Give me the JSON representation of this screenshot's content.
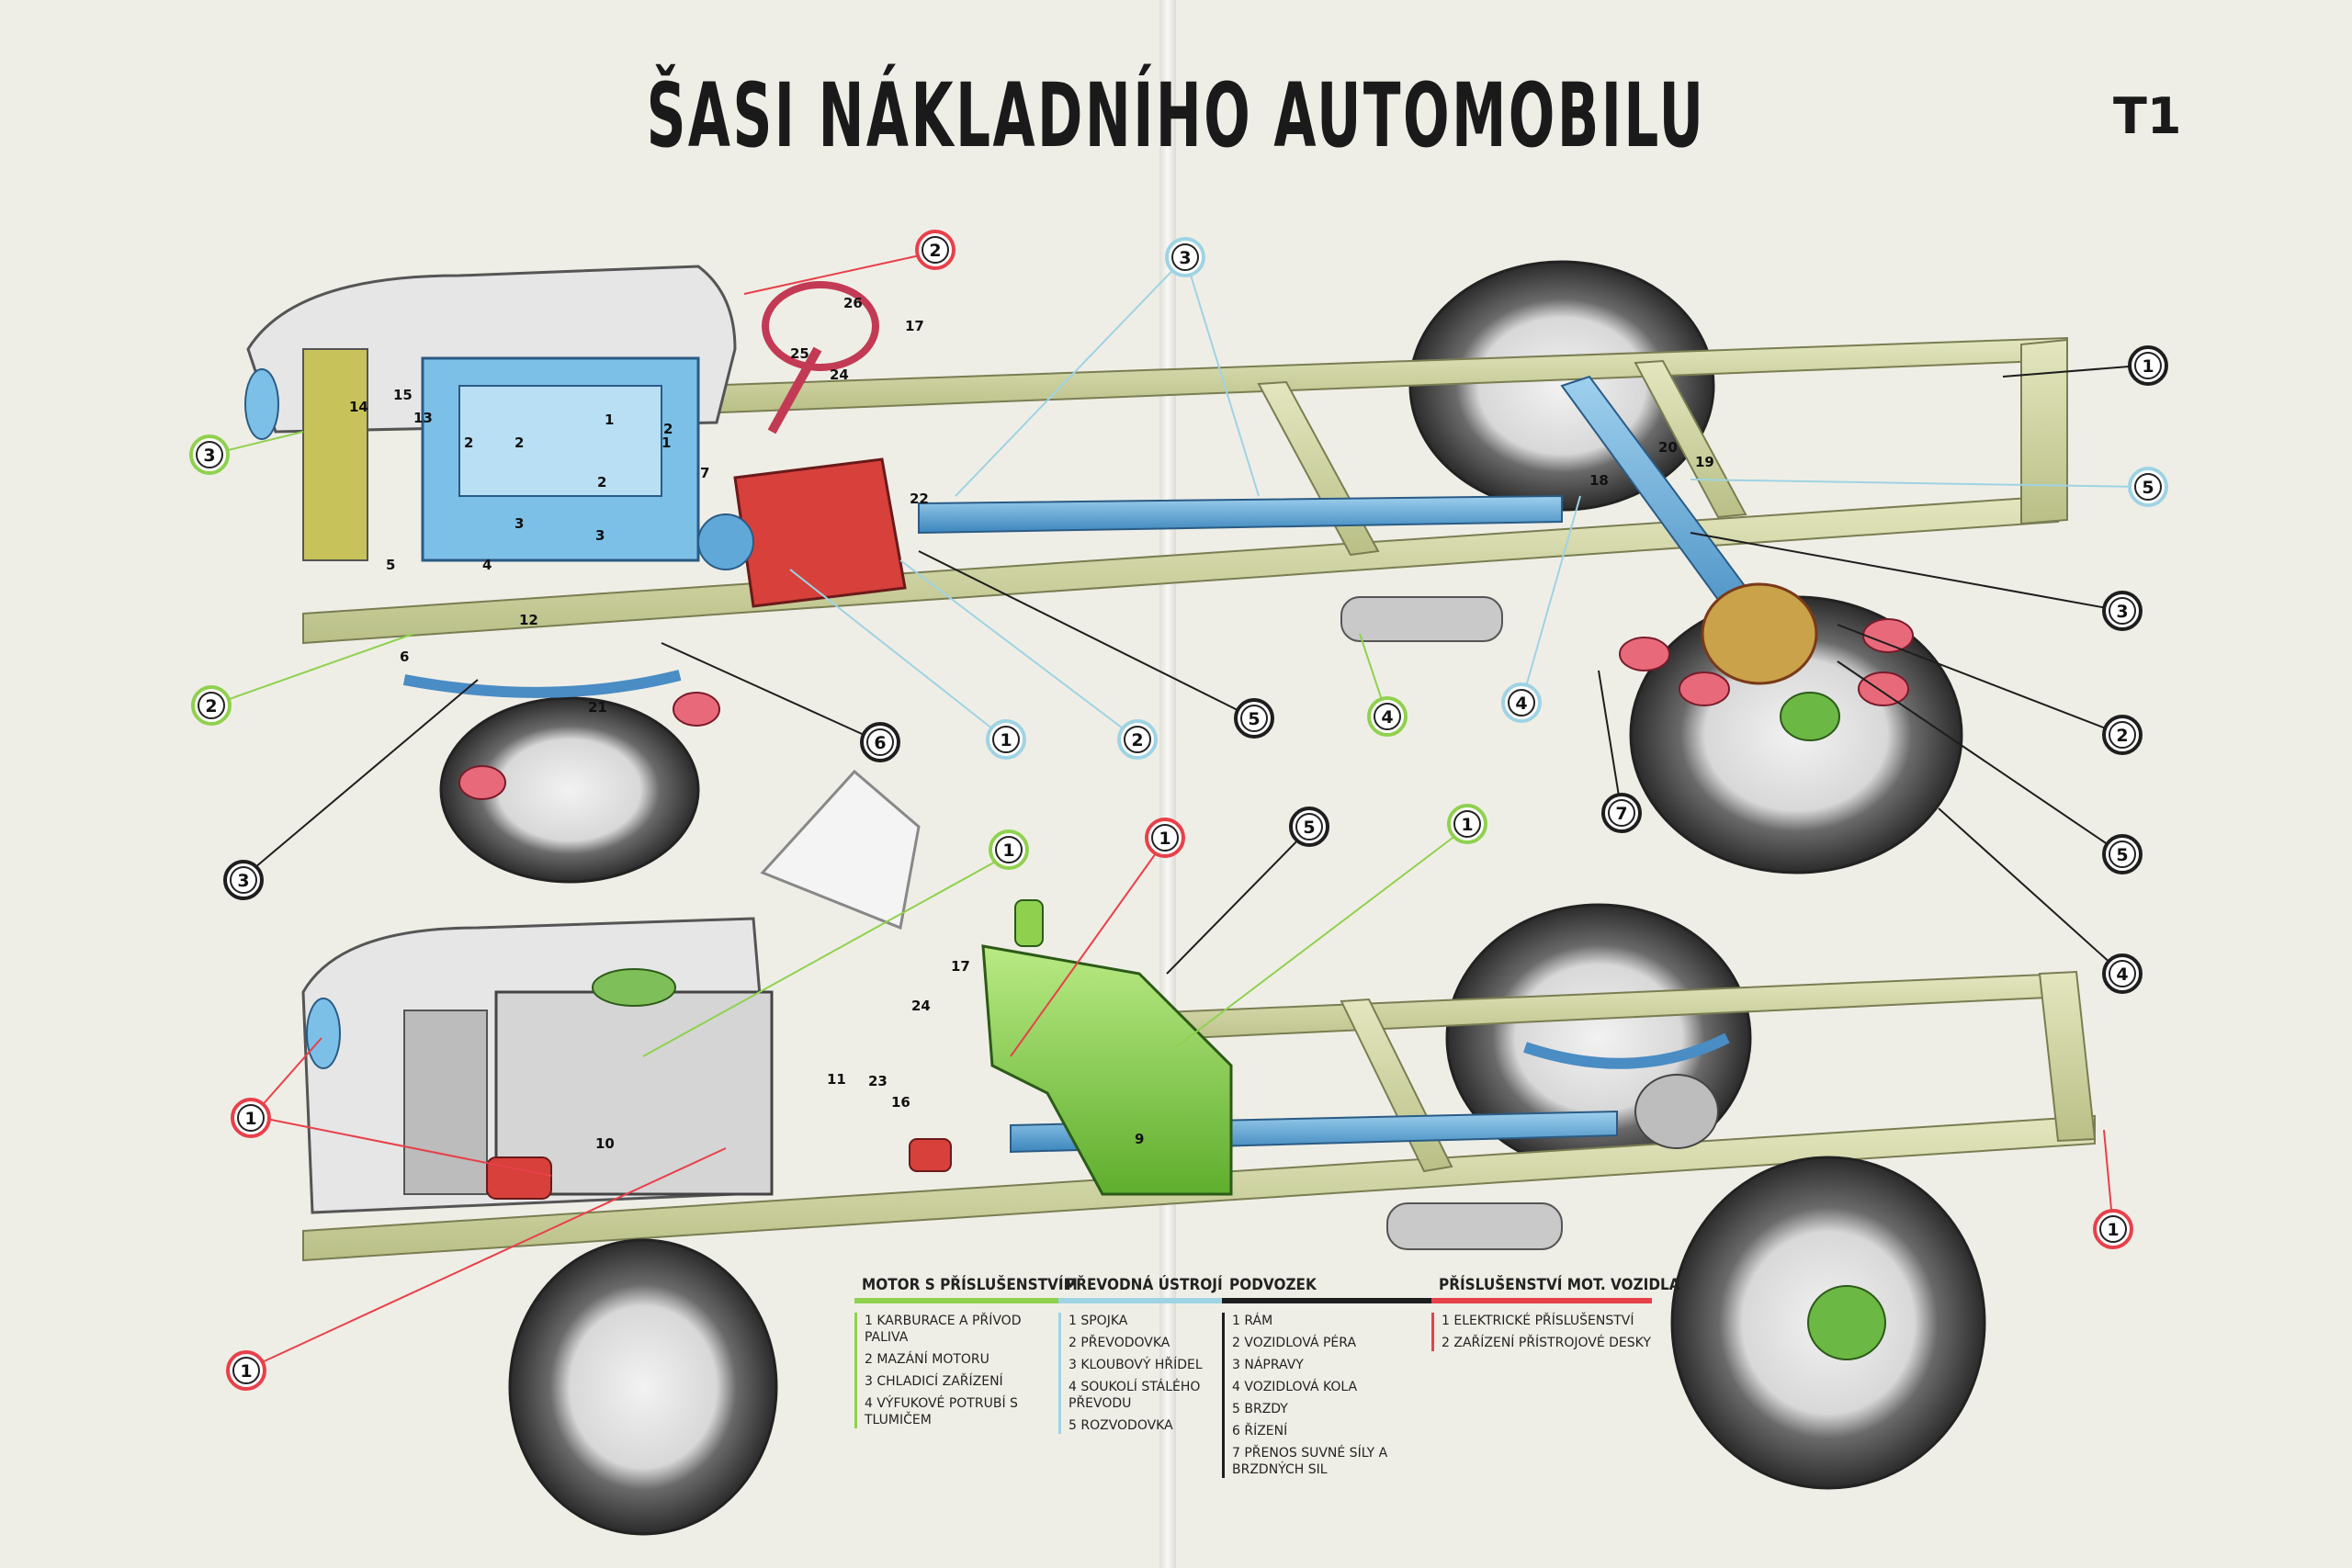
{
  "title": "ŠASI NÁKLADNÍHO AUTOMOBILU",
  "code": "T1",
  "colors": {
    "motor": "#8fd14f",
    "prevod": "#9fd3e4",
    "podvozek": "#1e1e1e",
    "prislusenstvi": "#e8404a",
    "frame": "#d9ddb1",
    "blue_parts": "#5fa8d8",
    "red_parts": "#c83a3a",
    "tank": "#8fd14f"
  },
  "callouts": [
    {
      "num": "2",
      "group": "prislusenstvi"
    },
    {
      "num": "3",
      "group": "prevod"
    },
    {
      "num": "1",
      "group": "podvozek"
    },
    {
      "num": "3",
      "group": "motor"
    },
    {
      "num": "5",
      "group": "prevod"
    },
    {
      "num": "2",
      "group": "motor"
    },
    {
      "num": "6",
      "group": "podvozek"
    },
    {
      "num": "1",
      "group": "prevod"
    },
    {
      "num": "2",
      "group": "prevod"
    },
    {
      "num": "5",
      "group": "podvozek"
    },
    {
      "num": "4",
      "group": "motor"
    },
    {
      "num": "4",
      "group": "prevod"
    },
    {
      "num": "3",
      "group": "podvozek"
    },
    {
      "num": "2",
      "group": "podvozek"
    },
    {
      "num": "7",
      "group": "podvozek"
    },
    {
      "num": "5",
      "group": "podvozek"
    },
    {
      "num": "4",
      "group": "podvozek"
    },
    {
      "num": "3",
      "group": "podvozek"
    },
    {
      "num": "1",
      "group": "motor"
    },
    {
      "num": "1",
      "group": "prislusenstvi"
    },
    {
      "num": "5",
      "group": "podvozek"
    },
    {
      "num": "1",
      "group": "motor"
    },
    {
      "num": "1",
      "group": "prislusenstvi"
    },
    {
      "num": "1",
      "group": "prislusenstvi"
    },
    {
      "num": "1",
      "group": "prislusenstvi"
    }
  ],
  "part_labels": {
    "top": [
      "26",
      "17",
      "25",
      "24",
      "14",
      "15",
      "13",
      "2",
      "2",
      "1",
      "2",
      "3",
      "2",
      "1",
      "7",
      "4",
      "3",
      "5",
      "12",
      "6",
      "21",
      "22",
      "18",
      "20",
      "19"
    ],
    "bottom": [
      "17",
      "24",
      "11",
      "23",
      "16",
      "10",
      "9"
    ]
  },
  "legend": [
    {
      "heading": "MOTOR S PŘÍSLUŠENSTVÍM",
      "group": "motor",
      "items": [
        "1 KARBURACE A PŘÍVOD PALIVA",
        "2 MAZÁNÍ MOTORU",
        "3 CHLADICÍ ZAŘÍZENÍ",
        "4 VÝFUKOVÉ POTRUBÍ S TLUMIČEM"
      ]
    },
    {
      "heading": "PŘEVODNÁ ÚSTROJÍ",
      "group": "prevod",
      "items": [
        "1 SPOJKA",
        "2 PŘEVODOVKA",
        "3 KLOUBOVÝ HŘÍDEL",
        "4 SOUKOLÍ STÁLÉHO PŘEVODU",
        "5 ROZVODOVKA"
      ]
    },
    {
      "heading": "PODVOZEK",
      "group": "podvozek",
      "items": [
        "1 RÁM",
        "2 VOZIDLOVÁ PÉRA",
        "3 NÁPRAVY",
        "4 VOZIDLOVÁ KOLA",
        "5 BRZDY",
        "6 ŘÍZENÍ",
        "7 PŘENOS SUVNÉ SÍLY A BRZDNÝCH SIL"
      ]
    },
    {
      "heading": "PŘÍSLUŠENSTVÍ MOT. VOZIDLA",
      "group": "prislusenstvi",
      "items": [
        "1 ELEKTRICKÉ PŘÍSLUŠENSTVÍ",
        "2 ZAŘÍZENÍ PŘÍSTROJOVÉ DESKY"
      ]
    }
  ]
}
